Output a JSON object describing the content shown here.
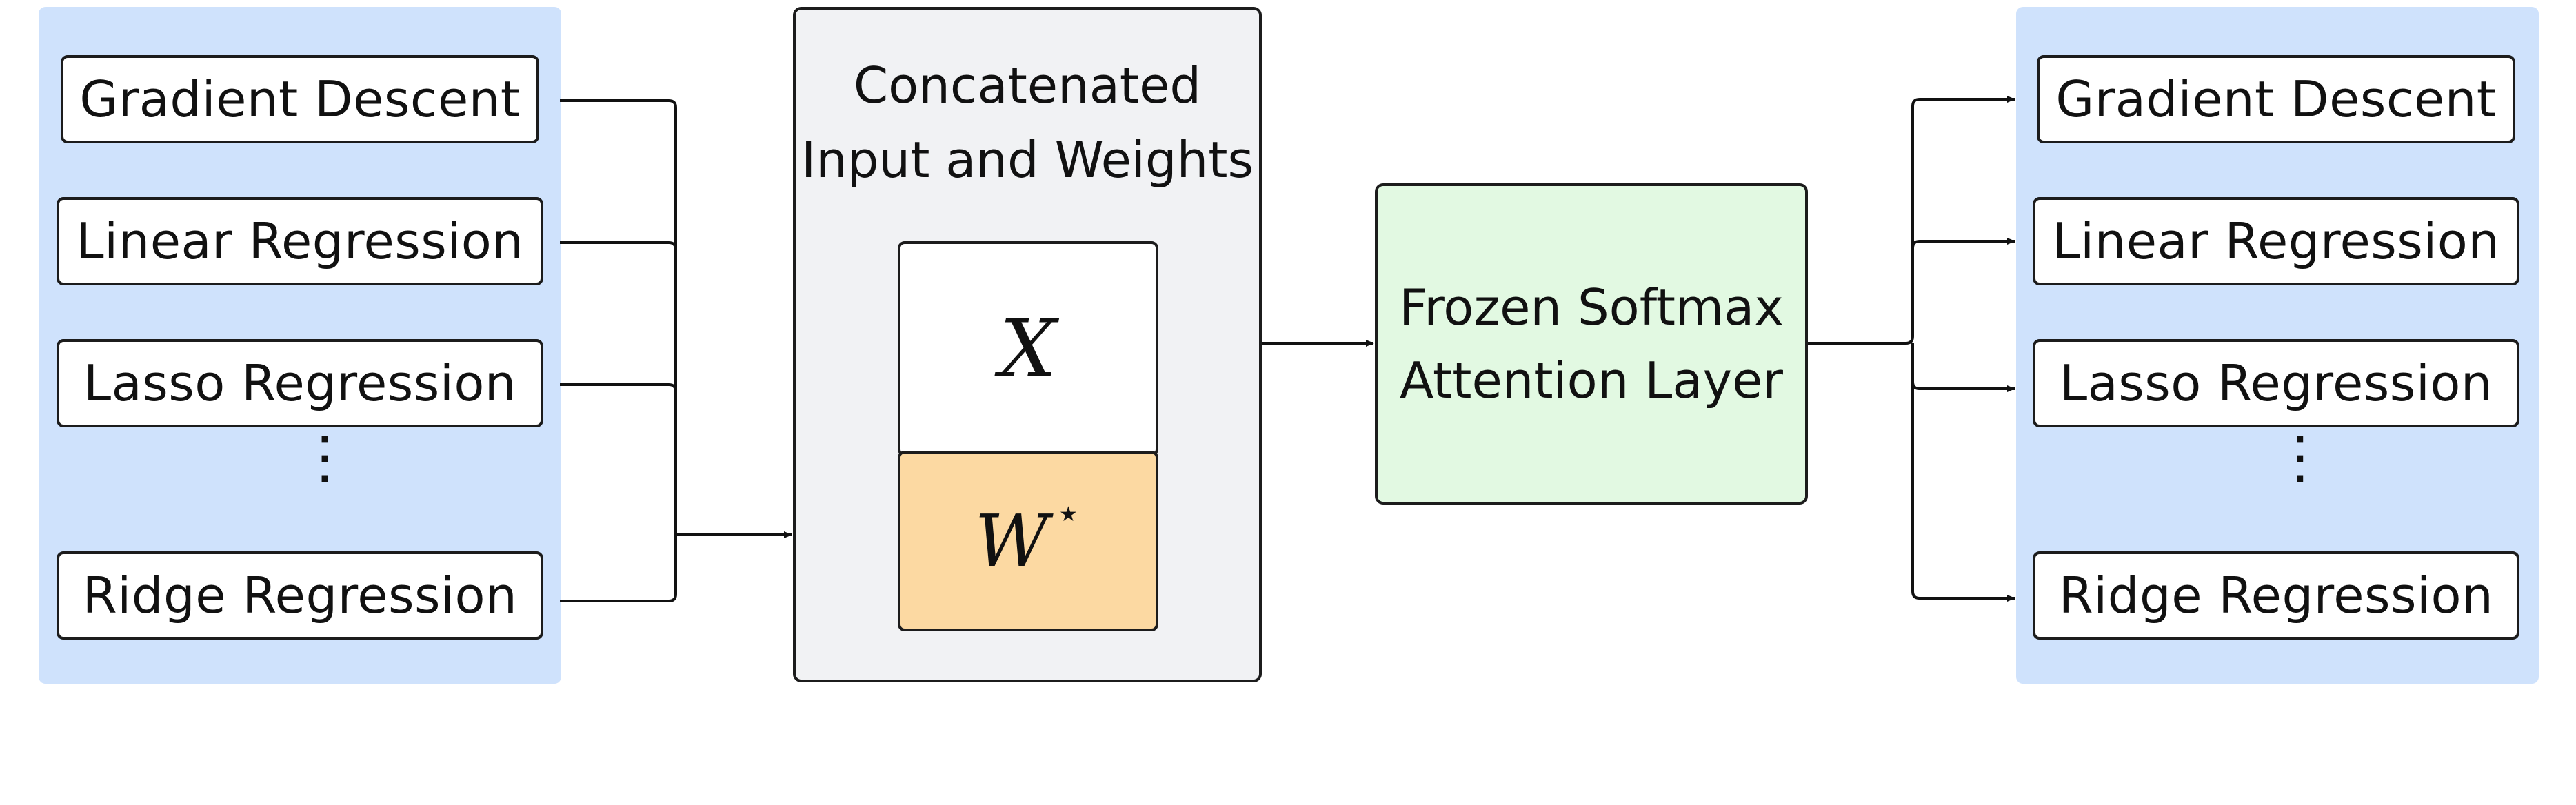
{
  "inputs": {
    "items": [
      "Gradient Descent",
      "Linear Regression",
      "Lasso Regression",
      "Ridge Regression"
    ],
    "ellipsis": "⋮"
  },
  "concat_block": {
    "title_line1": "Concatenated",
    "title_line2": "Input and Weights",
    "x_symbol": "X",
    "w_symbol": "W",
    "w_superscript": "⋆"
  },
  "attention_block": {
    "line1": "Frozen Softmax",
    "line2": "Attention Layer"
  },
  "outputs": {
    "items": [
      "Gradient Descent",
      "Linear Regression",
      "Lasso Regression",
      "Ridge Regression"
    ],
    "ellipsis": "⋮"
  },
  "colors": {
    "panel": "#cfe2fc",
    "concat_bg": "#f1f2f4",
    "w_box": "#fcd9a2",
    "attention_bg": "#e2f9e2"
  }
}
